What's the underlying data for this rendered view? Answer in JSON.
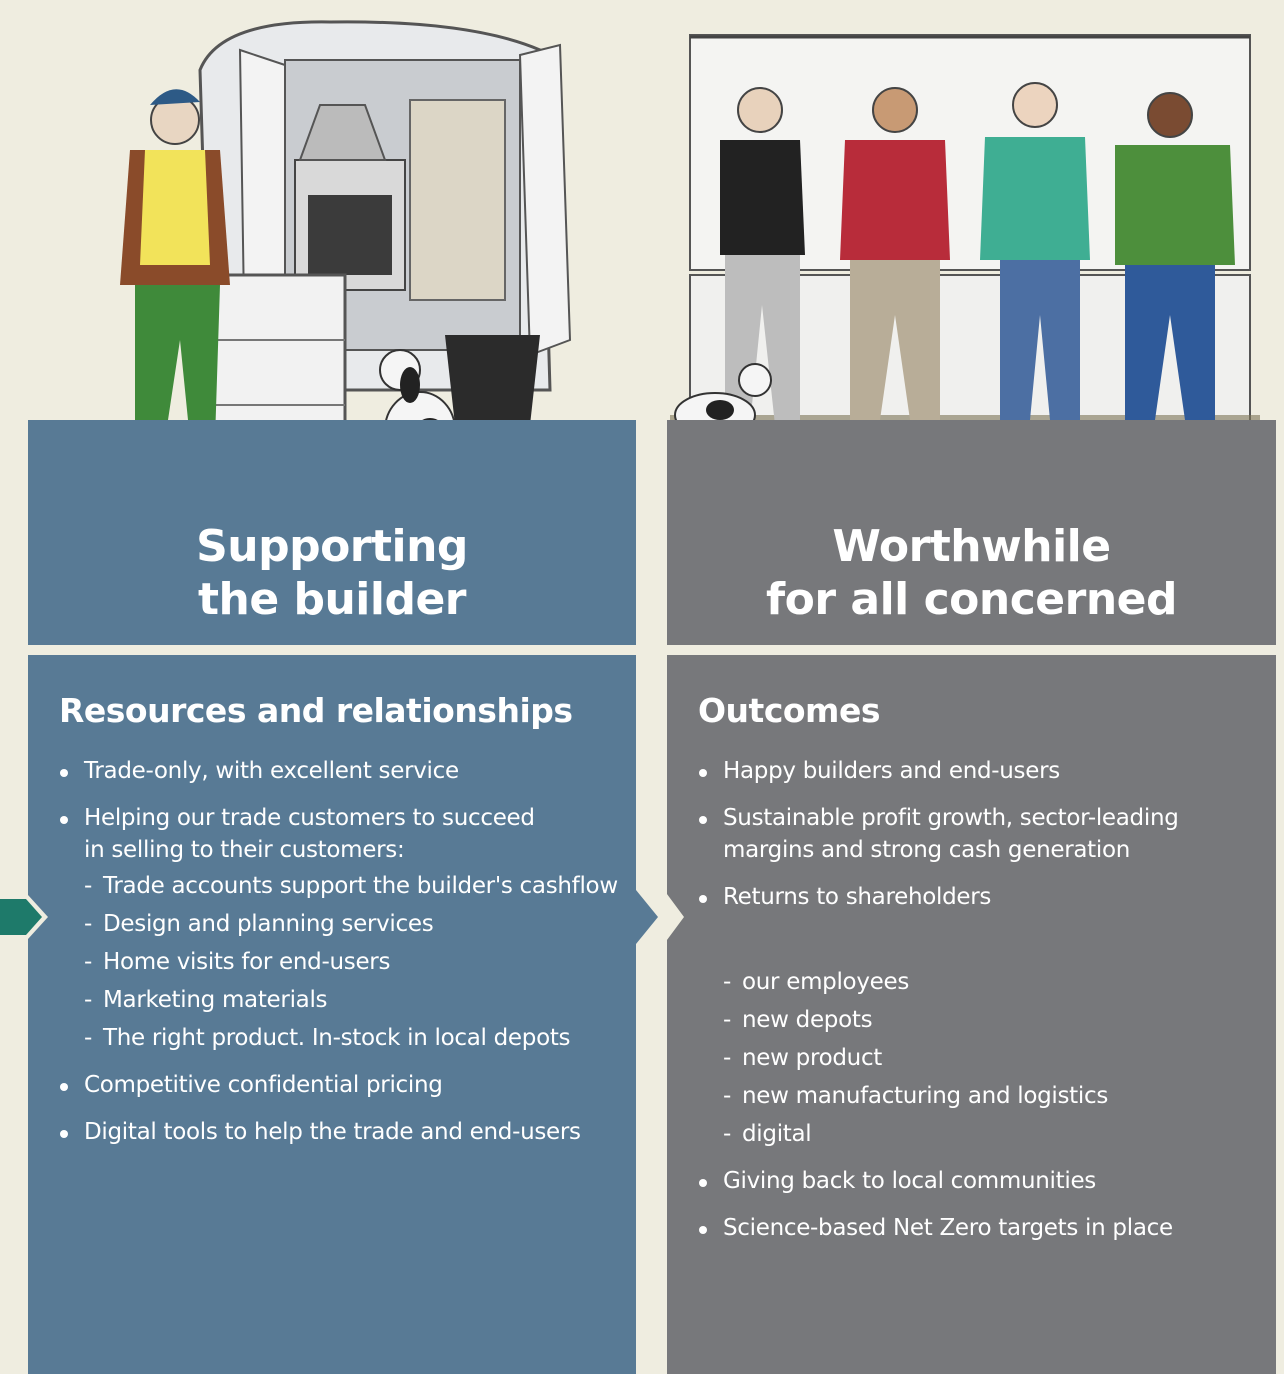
{
  "left": {
    "title_line1": "Supporting",
    "title_line2": "the builder",
    "heading": "Resources and relationships",
    "b1": "Trade-only, with excellent service",
    "b2_line1": "Helping our trade customers to succeed",
    "b2_line2": "in selling to their customers:",
    "s1": "Trade accounts support the builder's cashflow",
    "s2": "Design and planning services",
    "s3": "Home visits for end-users",
    "s4": "Marketing materials",
    "s5": "The right product. In-stock in local depots",
    "b3": "Competitive confidential pricing",
    "b4": "Digital tools to help the trade and end-users"
  },
  "right": {
    "title_line1": "Worthwhile",
    "title_line2": "for all concerned",
    "heading": "Outcomes",
    "b1": "Happy builders and end-users",
    "b2_line1": "Sustainable profit growth, sector-leading",
    "b2_line2": "margins and strong cash generation",
    "b3": "Returns to shareholders",
    "s1": "our employees",
    "s2": "new depots",
    "s3": "new product",
    "s4": "new manufacturing and logistics",
    "s5": "digital",
    "b4": "Giving back to local communities",
    "b5": "Science-based Net Zero targets in place"
  },
  "colors": {
    "blue_panel": "#587a95",
    "grey_panel": "#77787b",
    "background": "#efede0",
    "arrow_green": "#1e7a6a"
  }
}
